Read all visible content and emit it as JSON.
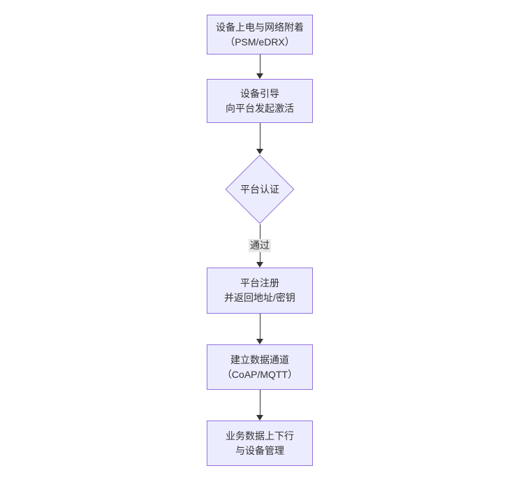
{
  "diagram": {
    "type": "flowchart",
    "direction": "top-down",
    "colors": {
      "node_fill": "#ECECFF",
      "node_border": "#9370DB",
      "edge_color": "#333333",
      "edge_label_bg": "#E8E8E8",
      "text_color": "#333333",
      "background": "#FFFFFF"
    },
    "nodes": [
      {
        "id": "power-attach",
        "shape": "rect",
        "lines": [
          "设备上电与网络附着",
          "（PSM/eDRX）"
        ]
      },
      {
        "id": "bootstrap-activate",
        "shape": "rect",
        "lines": [
          "设备引导",
          "向平台发起激活"
        ]
      },
      {
        "id": "platform-auth",
        "shape": "diamond",
        "lines": [
          "平台认证"
        ]
      },
      {
        "id": "platform-register",
        "shape": "rect",
        "lines": [
          "平台注册",
          "并返回地址/密钥"
        ]
      },
      {
        "id": "data-channel",
        "shape": "rect",
        "lines": [
          "建立数据通道",
          "（CoAP/MQTT）"
        ]
      },
      {
        "id": "business-data",
        "shape": "rect",
        "lines": [
          "业务数据上下行",
          "与设备管理"
        ]
      }
    ],
    "edges": [
      {
        "from": "power-attach",
        "to": "bootstrap-activate",
        "label": ""
      },
      {
        "from": "bootstrap-activate",
        "to": "platform-auth",
        "label": ""
      },
      {
        "from": "platform-auth",
        "to": "platform-register",
        "label": "通过"
      },
      {
        "from": "platform-register",
        "to": "data-channel",
        "label": ""
      },
      {
        "from": "data-channel",
        "to": "business-data",
        "label": ""
      }
    ]
  }
}
